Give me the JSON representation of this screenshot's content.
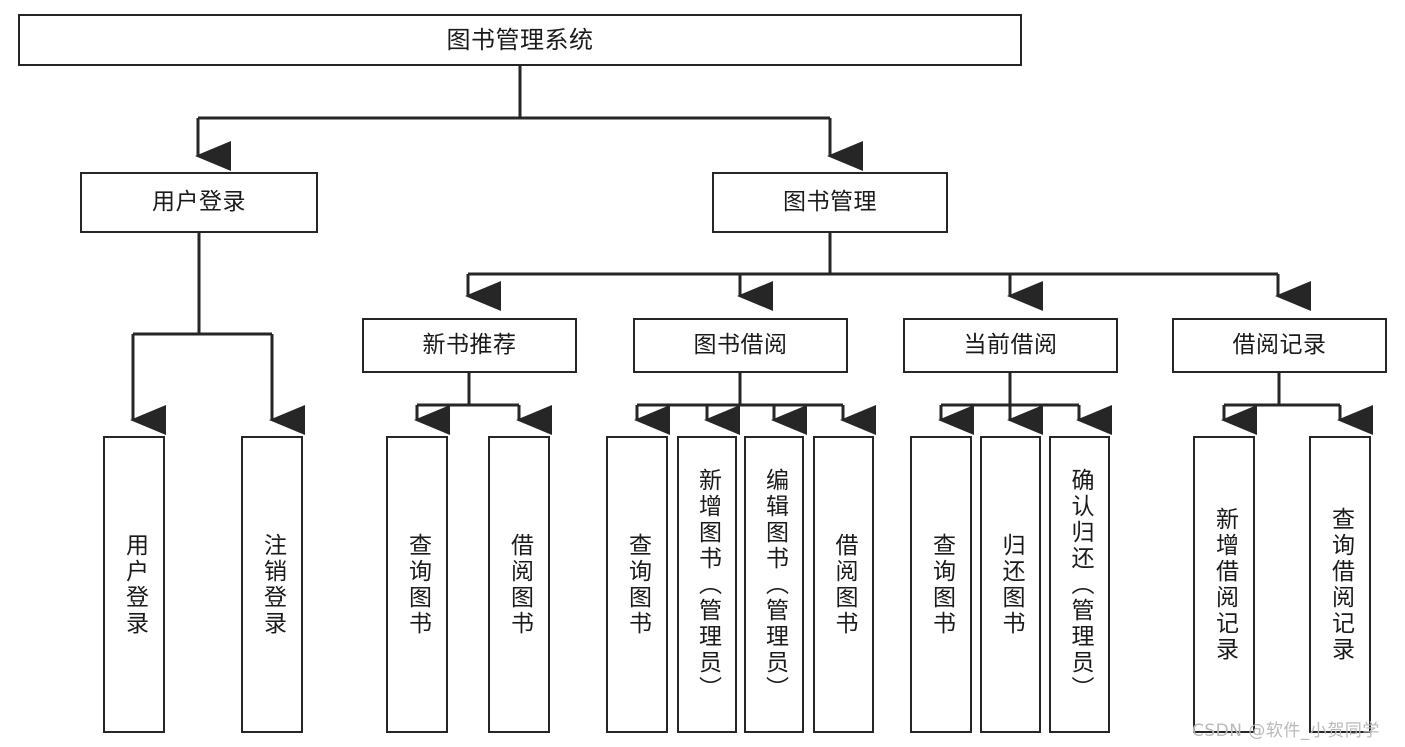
{
  "diagram": {
    "type": "tree",
    "title": "图书管理系统",
    "background_color": "#ffffff",
    "line_color": "#262626",
    "text_color": "#1a1a1a"
  },
  "root": {
    "label": "图书管理系统"
  },
  "level2": [
    {
      "label": "用户登录"
    },
    {
      "label": "图书管理"
    }
  ],
  "level3": [
    {
      "label": "新书推荐"
    },
    {
      "label": "图书借阅"
    },
    {
      "label": "当前借阅"
    },
    {
      "label": "借阅记录"
    }
  ],
  "leaves": {
    "user_login": [
      {
        "label": "用户登录"
      },
      {
        "label": "注销登录"
      }
    ],
    "new_book": [
      {
        "label": "查询图书"
      },
      {
        "label": "借阅图书"
      }
    ],
    "book_borrow": [
      {
        "label": "查询图书"
      },
      {
        "label": "新增图书（管理员）"
      },
      {
        "label": "编辑图书（管理员）"
      },
      {
        "label": "借阅图书"
      }
    ],
    "current_borrow": [
      {
        "label": "查询图书"
      },
      {
        "label": "归还图书"
      },
      {
        "label": "确认归还（管理员）"
      }
    ],
    "borrow_record": [
      {
        "label": "新增借阅记录"
      },
      {
        "label": "查询借阅记录"
      }
    ]
  },
  "watermark": {
    "text": "CSDN @软件_小贺同学"
  }
}
